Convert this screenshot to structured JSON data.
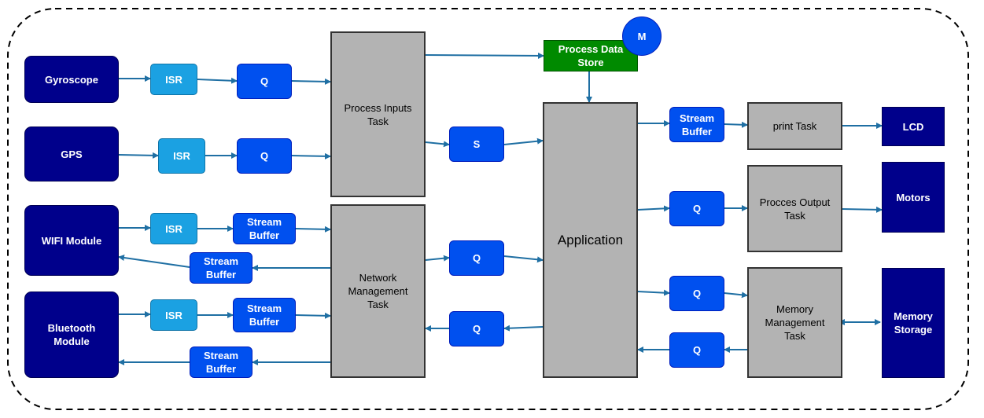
{
  "devices": {
    "gyroscope": "Gyroscope",
    "gps": "GPS",
    "wifi": "WIFI Module",
    "bluetooth": "Bluetooth\nModule",
    "lcd": "LCD",
    "motors": "Motors",
    "memory_storage": "Memory\nStorage"
  },
  "isr_label": "ISR",
  "queue_label": "Q",
  "semaphore_label": "S",
  "stream_buffer_label": "Stream\nBuffer",
  "mutex_label": "M",
  "data_store": "Process Data\nStore",
  "tasks": {
    "process_inputs": "Process Inputs\nTask",
    "network_management": "Network\nManagement\nTask",
    "application": "Application",
    "print": "print Task",
    "process_output": "Procces Output\nTask",
    "memory_management": "Memory\nManagement\nTask"
  },
  "colors": {
    "device": "#00008b",
    "isr": "#1ba1e2",
    "queue": "#0050ef",
    "task": "#b3b3b3",
    "data_store": "#008a00",
    "connector": "#1f6fa3"
  }
}
